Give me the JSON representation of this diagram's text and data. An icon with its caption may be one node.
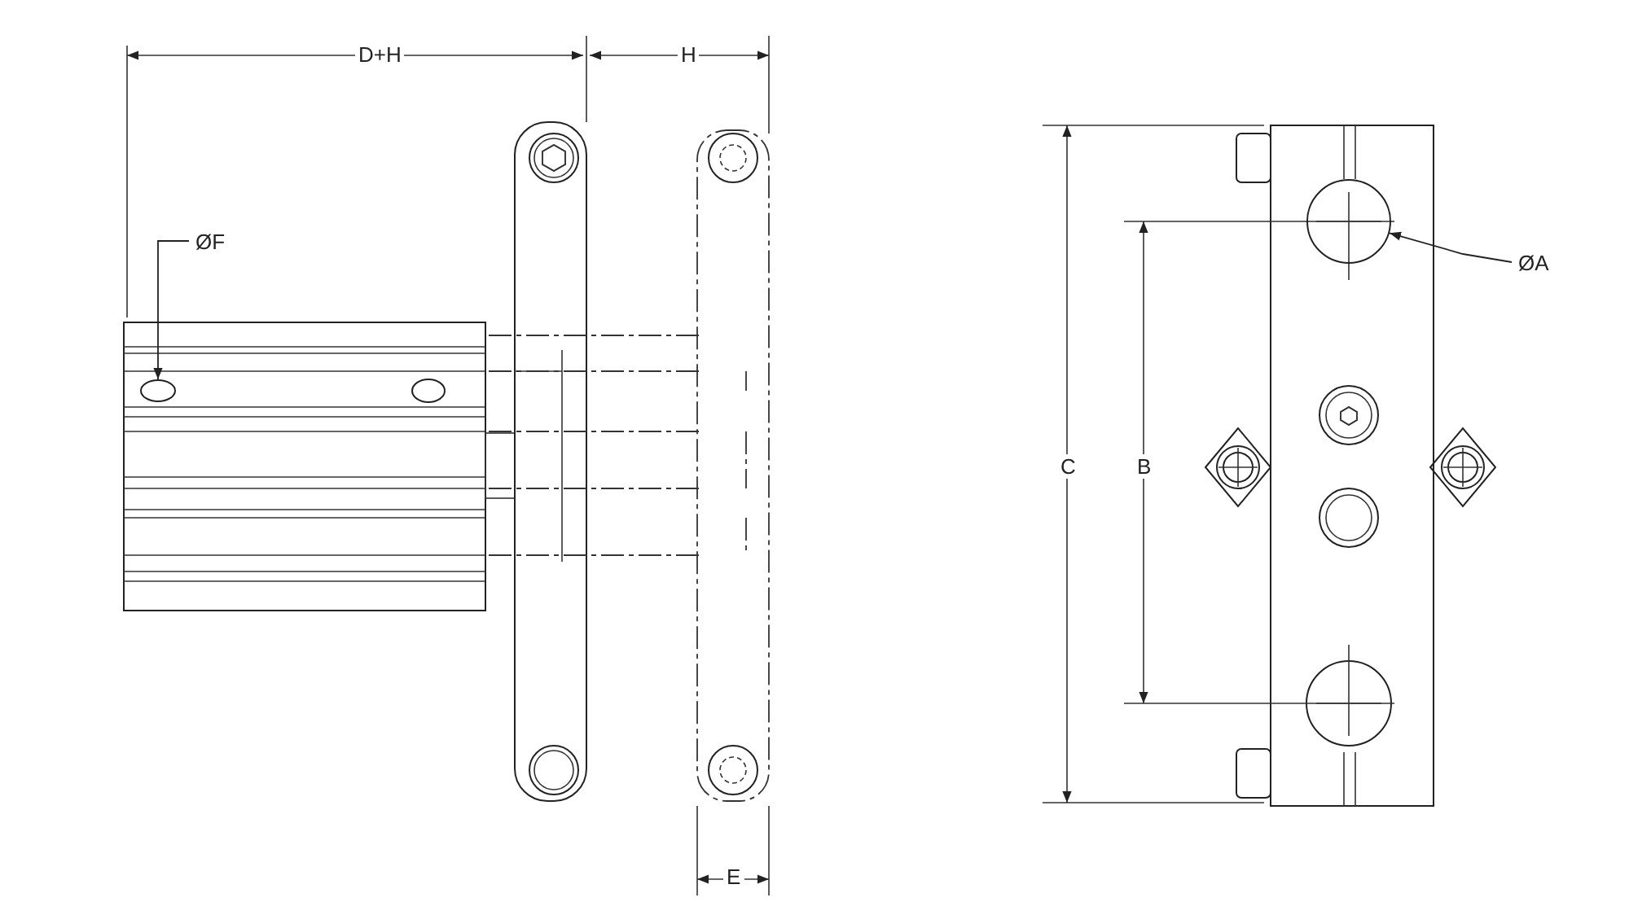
{
  "diagram": {
    "nodes": [
      {
        "text": [
          "ØF"
        ]
      },
      {
        "text": [],
        "shape": "circle"
      },
      {
        "text": [
          "ØA"
        ]
      },
      {
        "text": [],
        "shape": "circle"
      }
    ],
    "edges": [
      {
        "from": 0,
        "to": 1,
        "arrow": "to"
      },
      {
        "from": 2,
        "to": 3,
        "arrow": "to"
      }
    ],
    "labels": [
      "D+H",
      "H",
      "C",
      "B",
      "E"
    ]
  }
}
